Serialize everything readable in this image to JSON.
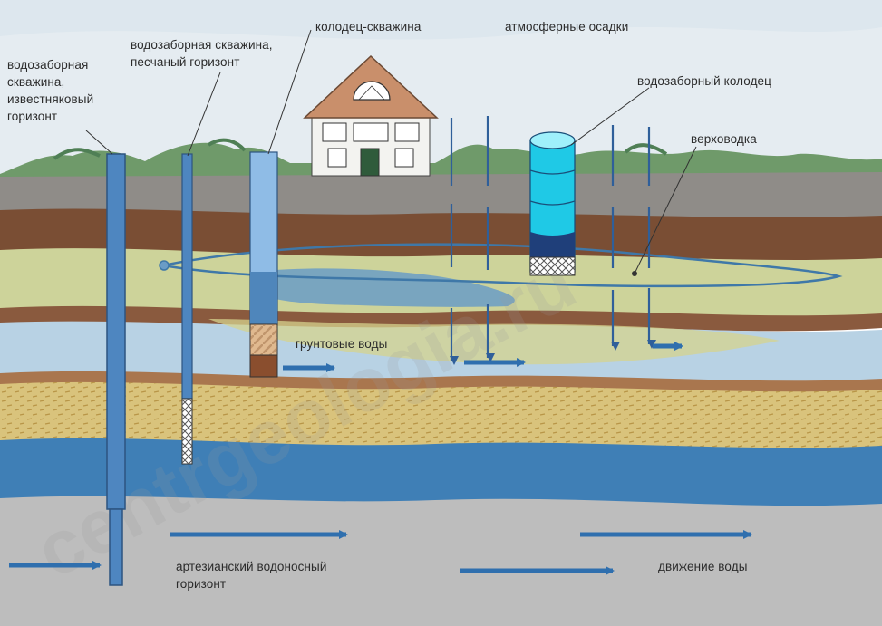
{
  "labels": {
    "well_limestone": "водозаборная\nскважина,\nизвестняковый\nгоризонт",
    "well_sand": "водозаборная скважина,\nпесчаный горизонт",
    "well_shaft": "колодец-скважина",
    "precipitation": "атмосферные осадки",
    "intake_well": "водозаборный колодец",
    "perched_water": "верховодка",
    "groundwater": "грунтовые воды",
    "artesian": "артезианский водоносный\nгоризонт",
    "water_movement": "движение воды"
  },
  "colors": {
    "sky": "#dbe6ee",
    "grass": "#6f9a6a",
    "topsoil": "#8f8c88",
    "brown_clay": "#7a4e34",
    "yellow_green_sand": "#cdd39a",
    "groundwater_pool": "#6a9cc6",
    "light_blue_layer": "#b8d2e4",
    "sand_horizon": "#d9c37c",
    "artesian_blue": "#3f7fb6",
    "limestone_grey": "#b9b9b9",
    "pipe_blue": "#4e86c0",
    "intake_well_cyan": "#1fc9e6",
    "arrow_blue": "#2f6fae",
    "watermark": "#9b9b9b"
  }
}
